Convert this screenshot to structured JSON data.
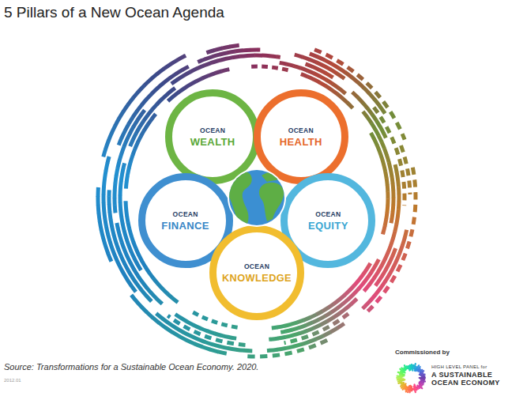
{
  "diagram": {
    "title": "5 Pillars of a New Ocean Agenda",
    "caption": "Source: Transformations for a Sustainable Ocean Economy. 2020.",
    "nodes": [
      {
        "text": [
          "OCEAN",
          "WEALTH"
        ]
      },
      {
        "text": [
          "OCEAN",
          "HEALTH"
        ]
      },
      {
        "text": [
          "OCEAN",
          "FINANCE"
        ]
      },
      {
        "text": [
          "OCEAN",
          "EQUITY"
        ]
      },
      {
        "text": [
          "OCEAN",
          "KNOWLEDGE"
        ]
      }
    ],
    "labels": [
      "2012.01",
      "Commissioned by",
      "HIGH LEVEL PANEL for",
      "A SUSTAINABLE OCEAN ECONOMY"
    ]
  }
}
